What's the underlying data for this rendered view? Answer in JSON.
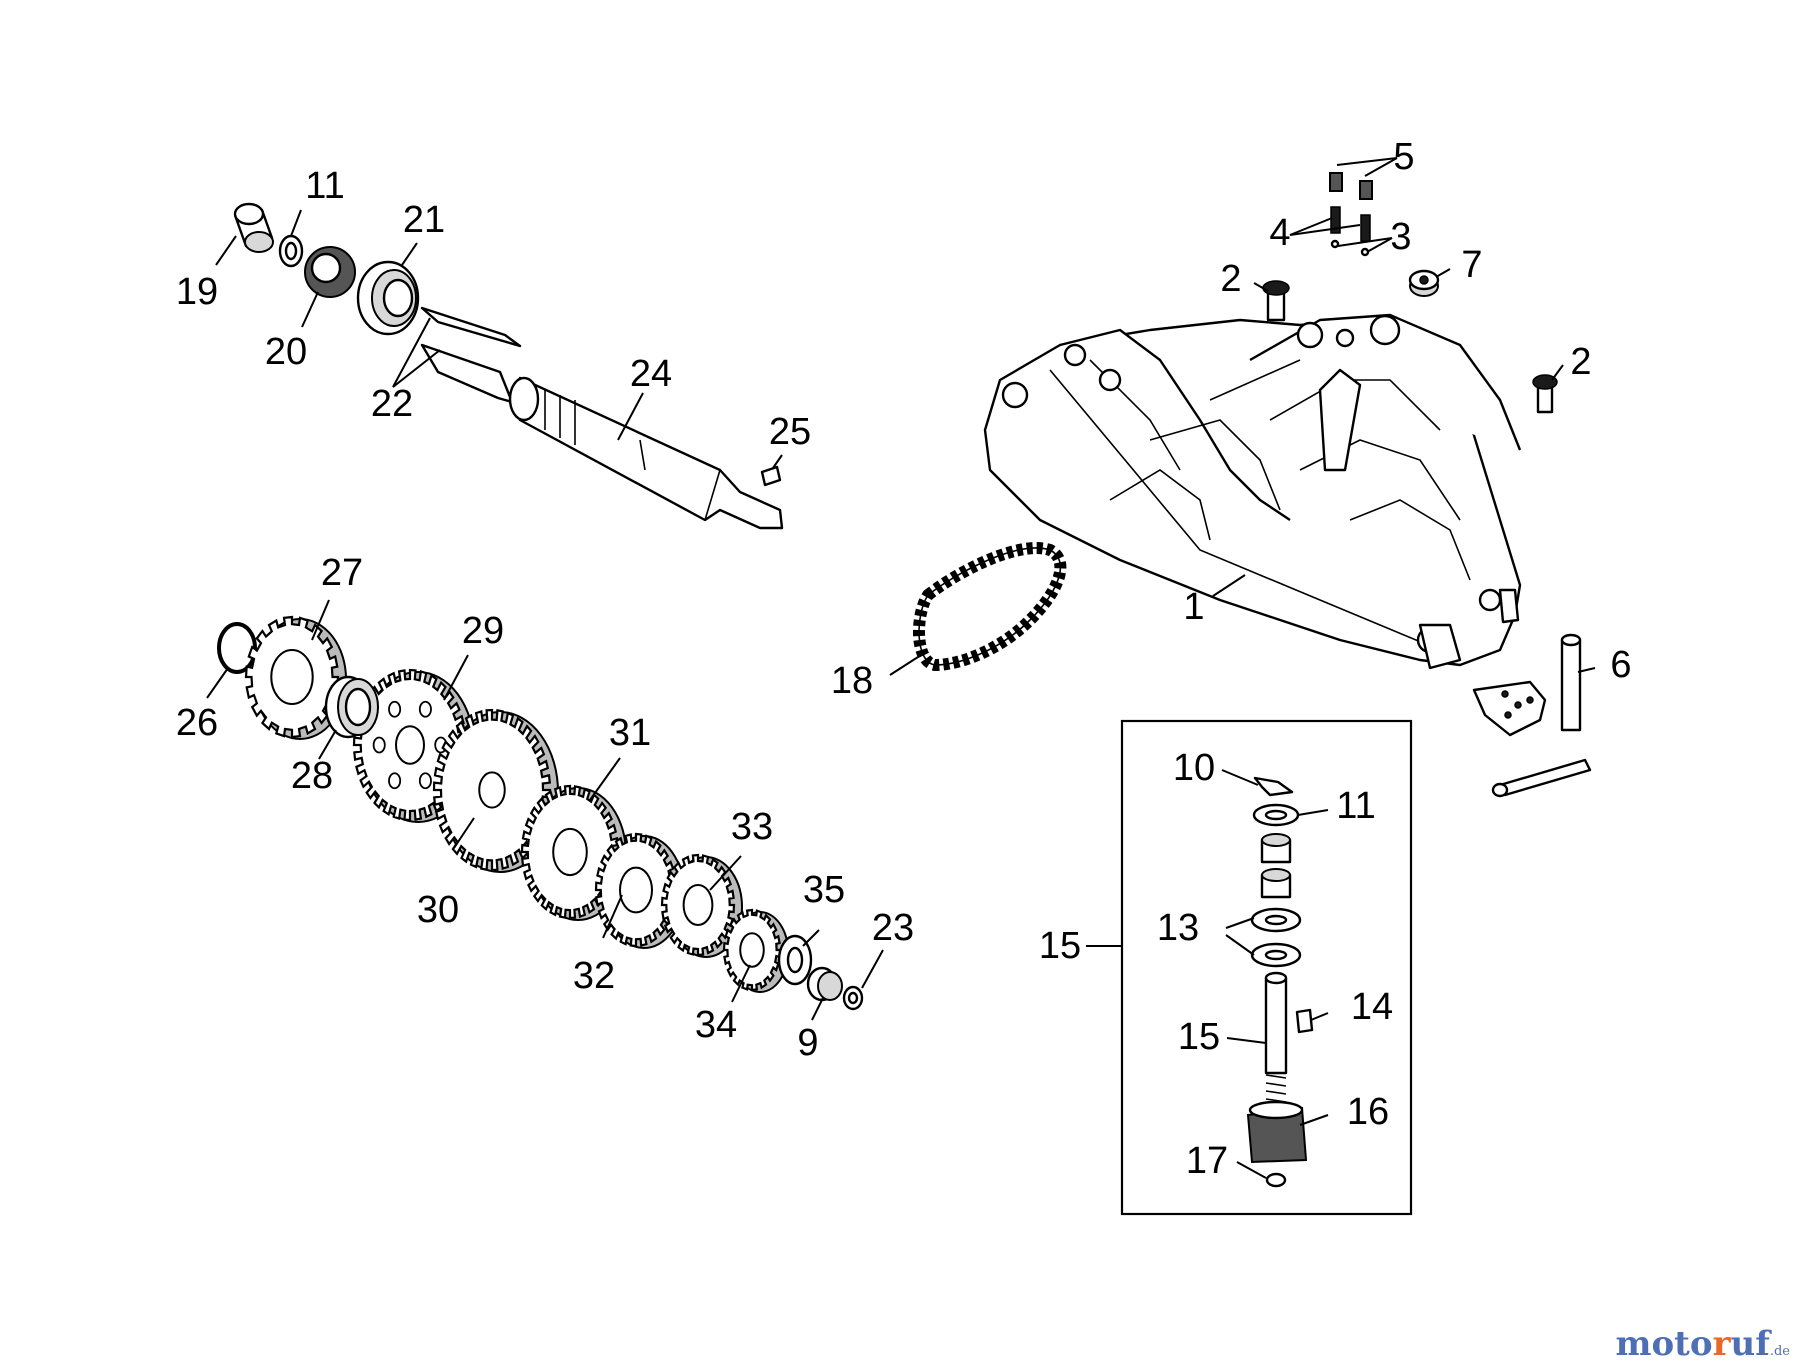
{
  "labels": {
    "p1": "1",
    "p2a": "2",
    "p2b": "2",
    "p3": "3",
    "p4": "4",
    "p5": "5",
    "p6": "6",
    "p7": "7",
    "p9": "9",
    "p10": "10",
    "p11a": "11",
    "p11b": "11",
    "p13": "13",
    "p14": "14",
    "p15a": "15",
    "p15b": "15",
    "p16": "16",
    "p17": "17",
    "p18": "18",
    "p19": "19",
    "p20": "20",
    "p21": "21",
    "p22": "22",
    "p23": "23",
    "p24": "24",
    "p25": "25",
    "p26": "26",
    "p27": "27",
    "p28": "28",
    "p29": "29",
    "p30": "30",
    "p31": "31",
    "p32": "32",
    "p33": "33",
    "p34": "34",
    "p35": "35"
  },
  "watermark": {
    "part1": "moto",
    "part2": "r",
    "part3": "uf",
    "suffix": ".de"
  }
}
